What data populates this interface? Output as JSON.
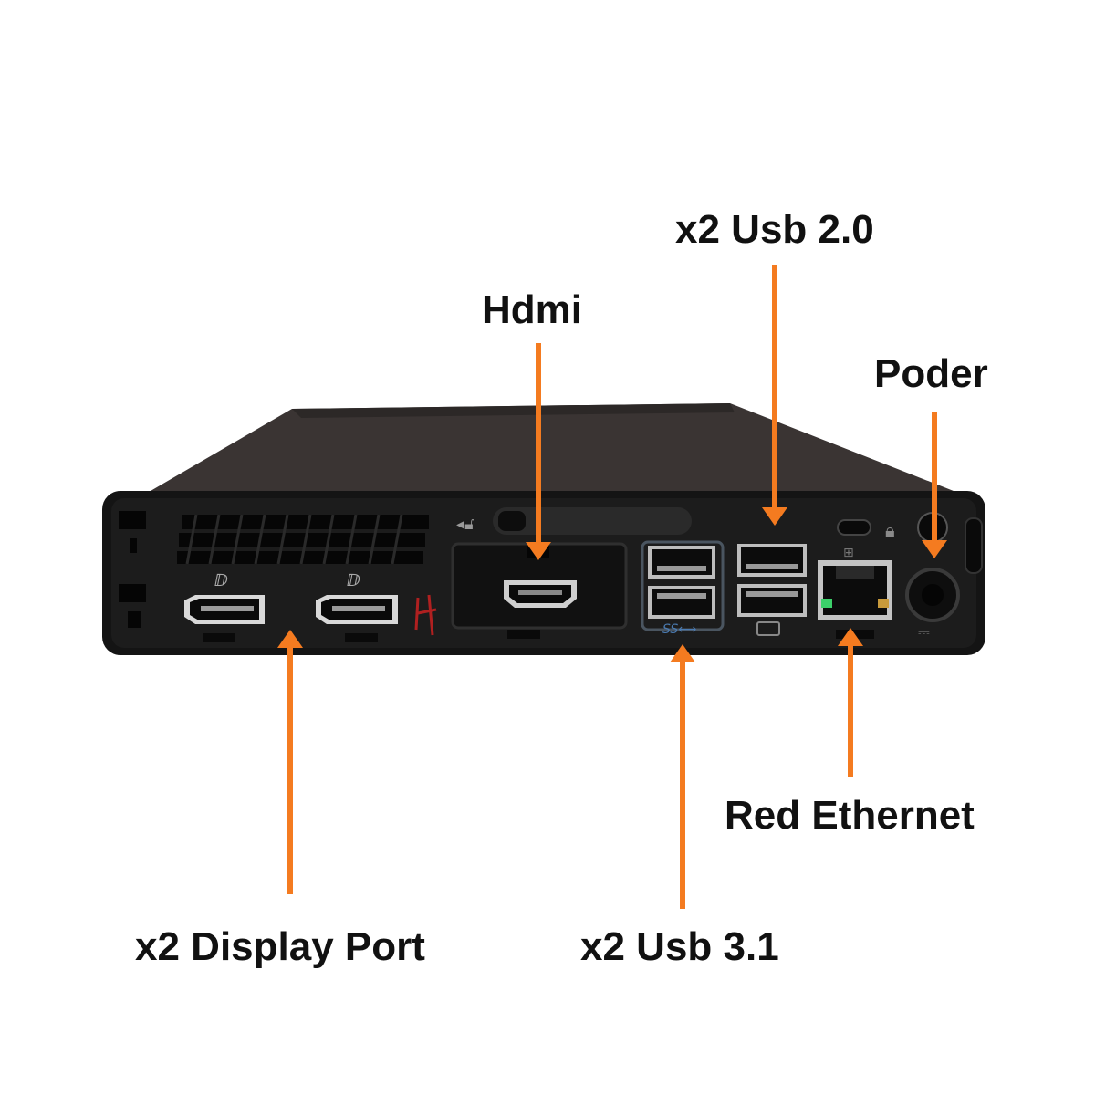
{
  "labels": {
    "usb20": "x2 Usb 2.0",
    "hdmi": "Hdmi",
    "power": "Poder",
    "ethernet": "Red Ethernet",
    "displayport": "x2 Display Port",
    "usb31": "x2 Usb 3.1"
  },
  "colors": {
    "arrow": "#f47b20",
    "chassis": "#1a1a1a",
    "chassis_top": "#3a3433",
    "port_metal": "#b8b8b8"
  },
  "icons": [
    "displayport-icon",
    "hdmi-icon",
    "usb-icon",
    "ethernet-icon",
    "power-icon",
    "lock-icon",
    "keyboard-icon"
  ]
}
